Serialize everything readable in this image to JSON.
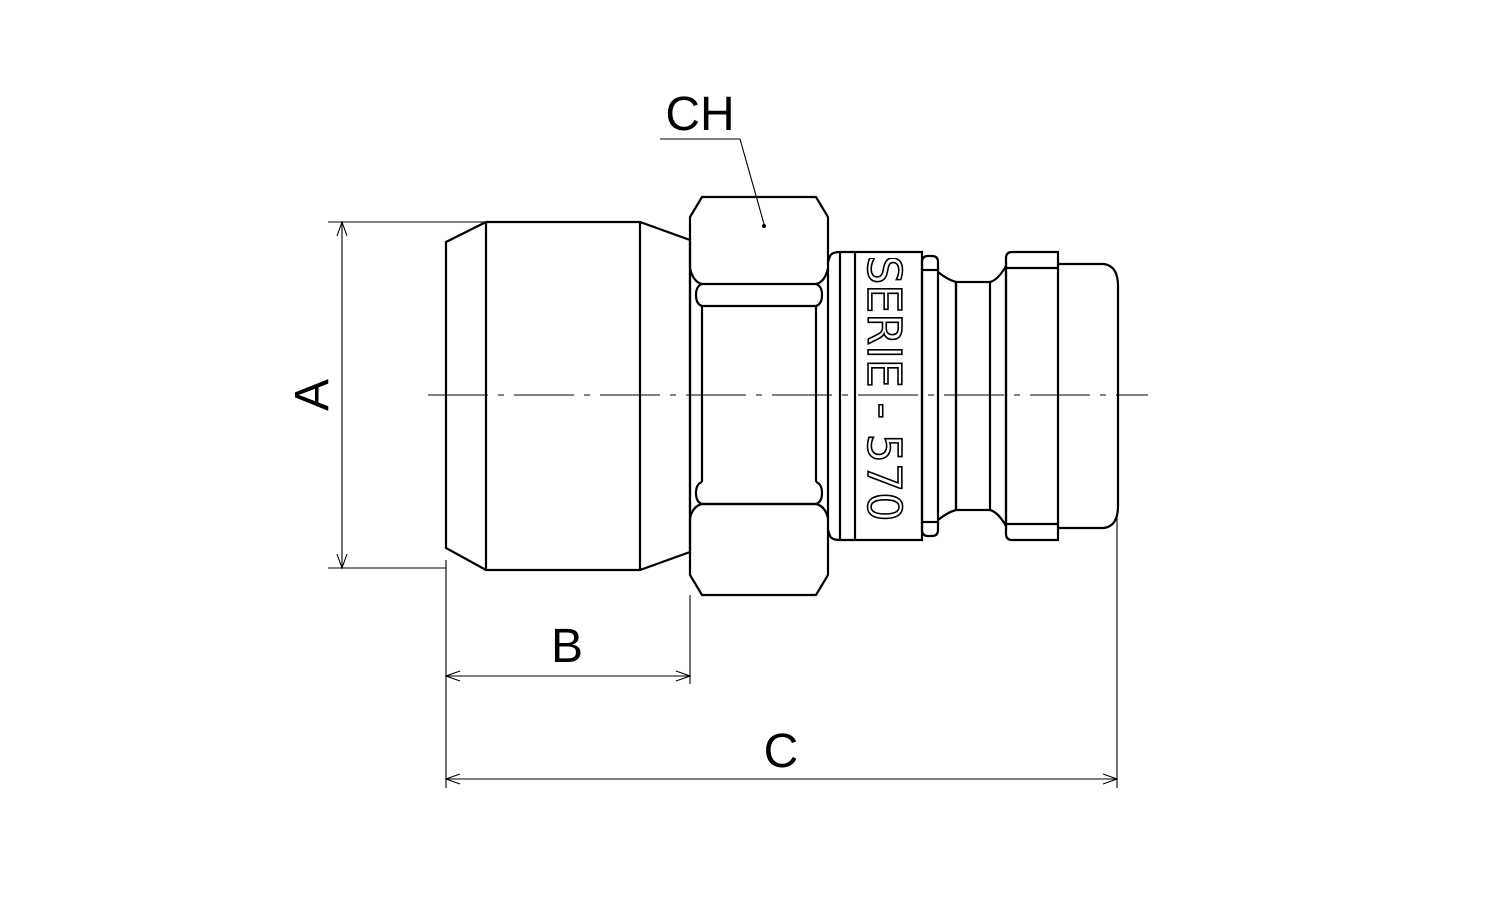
{
  "labels": {
    "ch": "CH",
    "a": "A",
    "b": "B",
    "c": "C"
  },
  "engraving": {
    "text": "SERIE - 570"
  }
}
